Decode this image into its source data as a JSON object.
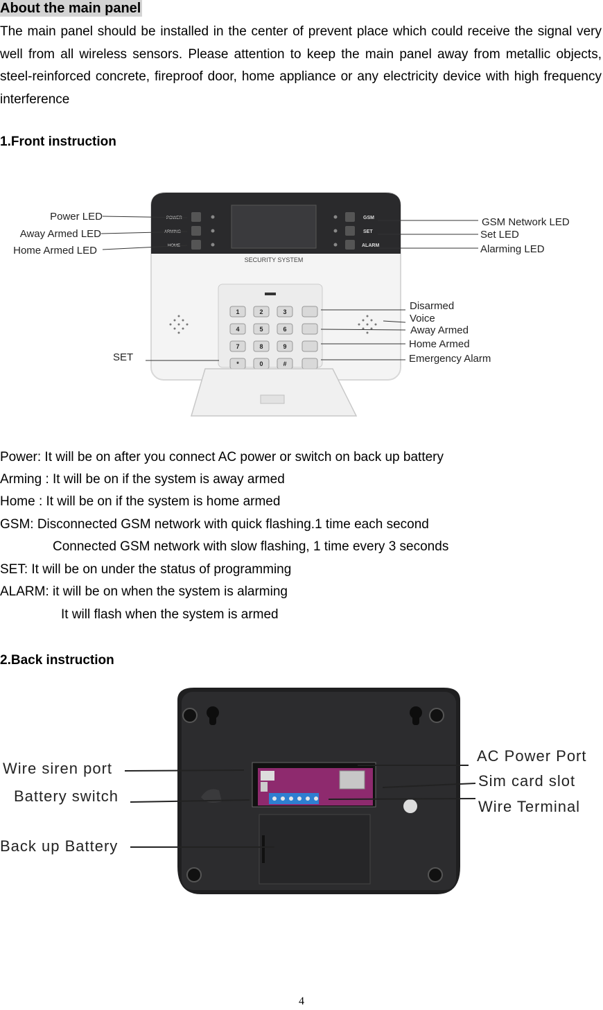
{
  "heading": "About the main panel",
  "intro": "The main panel should be installed in the center of prevent place which could receive the signal very well from all wireless sensors. Please attention to keep the main panel away from metallic objects, steel-reinforced concrete, fireproof door, home appliance or any electricity device with high frequency interference",
  "front": {
    "title": "1.Front instruction",
    "panel_labels": {
      "power": "POWER",
      "arming": "ARMING",
      "home": "HOME",
      "gsm": "GSM",
      "set": "SET",
      "alarm": "ALARM",
      "brand": "SECURITY  SYSTEM"
    },
    "keys": [
      "1",
      "2",
      "3",
      "4",
      "5",
      "6",
      "7",
      "8",
      "9",
      "*",
      "0",
      "#"
    ],
    "callouts_left": [
      "Power LED",
      "Away Armed LED",
      "Home Armed LED",
      "SET"
    ],
    "callouts_right": [
      "GSM Network LED",
      "Set LED",
      "Alarming LED",
      "Disarmed",
      "Voice",
      "Away Armed",
      "Home Armed",
      "Emergency Alarm"
    ]
  },
  "front_desc": [
    "Power: It will be on after you connect AC power or switch on back up battery",
    "Arming : It will be on if the system is away armed",
    "Home : It will be on if the system is home armed",
    "GSM: Disconnected GSM network with quick flashing.1 time each second",
    "Connected GSM network with slow flashing, 1 time every 3 seconds",
    "SET: It will be on under the status of programming",
    "ALARM: it will be on when the system is alarming",
    "It will flash when the system is armed"
  ],
  "back": {
    "title": "2.Back instruction",
    "callouts_left": [
      "Wire siren port",
      "Battery switch",
      "Back up Battery"
    ],
    "callouts_right": [
      "AC Power Port",
      "Sim  card  slot",
      "Wire Terminal"
    ]
  },
  "page_number": "4"
}
